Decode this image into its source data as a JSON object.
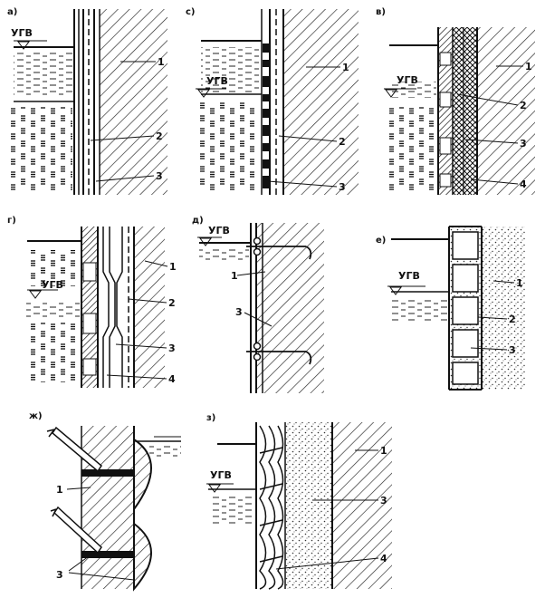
{
  "water_level_label": "УГВ",
  "panels": [
    {
      "key": "a",
      "tag": "а)",
      "callouts": [
        "1",
        "2",
        "3"
      ]
    },
    {
      "key": "b",
      "tag": "с)",
      "callouts": [
        "1",
        "2",
        "3"
      ]
    },
    {
      "key": "c",
      "tag": "в)",
      "callouts": [
        "1",
        "2",
        "3",
        "4"
      ]
    },
    {
      "key": "d",
      "tag": "г)",
      "callouts": [
        "1",
        "2",
        "3",
        "4"
      ]
    },
    {
      "key": "e",
      "tag": "д)",
      "callouts": [
        "1",
        "3"
      ]
    },
    {
      "key": "f",
      "tag": "е)",
      "callouts": [
        "1",
        "2",
        "3"
      ]
    },
    {
      "key": "g",
      "tag": "ж)",
      "callouts": [
        "1",
        "3"
      ]
    },
    {
      "key": "h",
      "tag": "з)",
      "callouts": [
        "1",
        "3",
        "4"
      ]
    }
  ]
}
